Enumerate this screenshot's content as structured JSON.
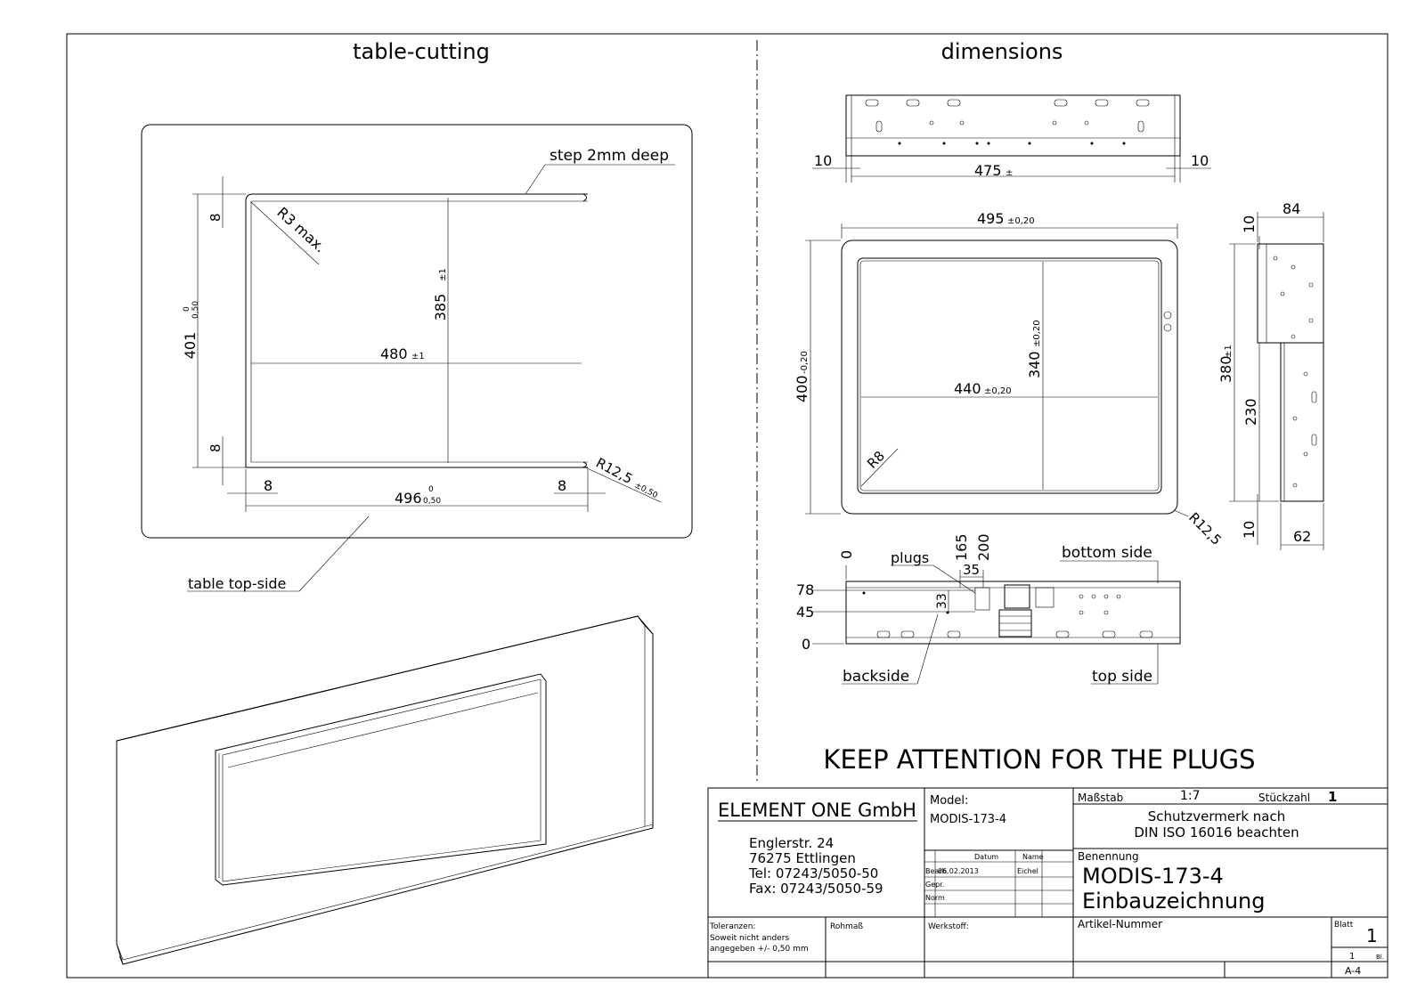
{
  "left_panel": {
    "title": "table-cutting",
    "step_note": "step 2mm deep",
    "radius_inner": "R3 max.",
    "height_total_main": "401",
    "height_total_tol_upper": "0",
    "height_total_tol_lower": "0,50",
    "inner_height_main": "385",
    "inner_height_tol": "±1",
    "inner_width_main": "480",
    "inner_width_tol": "±1",
    "margin_top": "8",
    "margin_bottom": "8",
    "margin_left": "8",
    "margin_right": "8",
    "width_total_main": "496",
    "width_total_tol_upper": "0",
    "width_total_tol_lower": "0,50",
    "radius_outer_main": "R12,5",
    "radius_outer_tol": "±0,50",
    "table_label": "table top-side"
  },
  "right_panel": {
    "title": "dimensions",
    "top_view": {
      "left_gap": "10",
      "right_gap": "10",
      "width_main": "475",
      "width_tol": "±"
    },
    "front_view": {
      "width_main": "495",
      "width_tol": "±0,20",
      "height_main": "400",
      "height_tol": "-0,20",
      "inner_height_main": "340",
      "inner_height_tol": "±0,20",
      "inner_width_main": "440",
      "inner_width_tol": "±0,20",
      "radius_inner": "R8",
      "radius_outer": "R12,5"
    },
    "side_view": {
      "depth_top": "84",
      "top_gap": "10",
      "height_main": "380",
      "height_tol": "±1",
      "lower_height": "230",
      "bottom_gap": "10",
      "depth_bottom": "62"
    },
    "bottom_view": {
      "plugs_label": "plugs",
      "dim_0": "0",
      "dim_165": "165",
      "dim_200": "200",
      "dim_35": "35",
      "dim_33": "33",
      "level_78": "78",
      "level_45": "45",
      "level_0": "0",
      "bottom_side": "bottom side",
      "top_side": "top side",
      "backside": "backside"
    },
    "warning": "KEEP ATTENTION FOR THE PLUGS"
  },
  "title_block": {
    "company": "ELEMENT ONE GmbH",
    "address_street": "Englerstr. 24",
    "address_city": "76275 Ettlingen",
    "phone": "Tel: 07243/5050-50",
    "fax": "Fax: 07243/5050-59",
    "model_label": "Model:",
    "model_value": "MODIS-173-4",
    "col_datum": "Datum",
    "col_name": "Name",
    "row_bearb": "Bearb.",
    "row_gepr": "Gepr.",
    "row_norm": "Norm",
    "bearb_date": "06.02.2013",
    "bearb_name": "Eichel",
    "scale_label": "Maßstab",
    "scale_value": "1:7",
    "count_label": "Stückzahl",
    "count_value": "1",
    "protection_line1": "Schutzvermerk nach",
    "protection_line2": "DIN ISO 16016 beachten",
    "designation_label": "Benennung",
    "designation_line1": "MODIS-173-4",
    "designation_line2": "Einbauzeichnung",
    "tolerance_label": "Toleranzen:",
    "tolerance_line1": "Soweit nicht anders",
    "tolerance_line2": "angegeben +/- 0,50 mm",
    "rohmass_label": "Rohmaß",
    "werkstoff_label": "Werkstoff:",
    "article_label": "Artikel-Nummer",
    "sheet_label": "Blatt",
    "sheet_value": "1",
    "sheets_total": "1",
    "sheets_suffix": "Bl.",
    "format": "A-4"
  }
}
